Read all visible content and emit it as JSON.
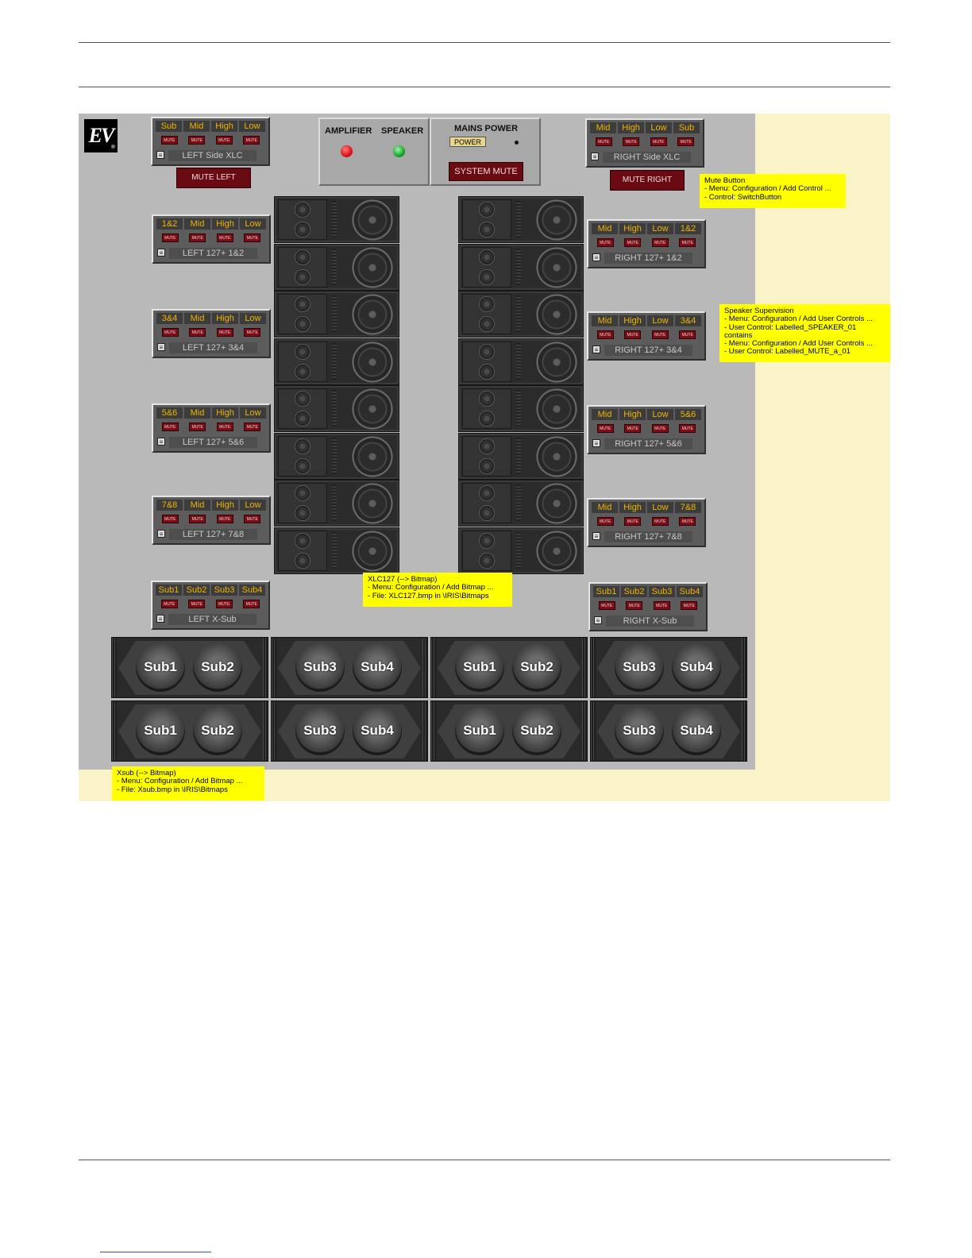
{
  "logo": {
    "text": "EV",
    "mark": "®"
  },
  "top_status": {
    "amplifier_label": "AMPLIFIER",
    "speaker_label": "SPEAKER",
    "amplifier_led_color": "#e3161b",
    "speaker_led_color": "#1ab032",
    "mains_power_label": "MAINS POWER",
    "power_indicator": "POWER",
    "system_mute_label": "SYSTEM MUTE"
  },
  "mute_left_label": "MUTE LEFT",
  "mute_right_label": "MUTE RIGHT",
  "mute_text": "MUTE",
  "icon_glyph": "≡",
  "boxes": {
    "left_side": {
      "labels": [
        "Sub",
        "Mid",
        "High",
        "Low"
      ],
      "name": "LEFT Side XLC"
    },
    "right_side": {
      "labels": [
        "Mid",
        "High",
        "Low",
        "Sub"
      ],
      "name": "RIGHT Side XLC"
    },
    "left_12": {
      "labels": [
        "1&2",
        "Mid",
        "High",
        "Low"
      ],
      "name": "LEFT 127+ 1&2"
    },
    "left_34": {
      "labels": [
        "3&4",
        "Mid",
        "High",
        "Low"
      ],
      "name": "LEFT 127+ 3&4"
    },
    "left_56": {
      "labels": [
        "5&6",
        "Mid",
        "High",
        "Low"
      ],
      "name": "LEFT 127+ 5&6"
    },
    "left_78": {
      "labels": [
        "7&8",
        "Mid",
        "High",
        "Low"
      ],
      "name": "LEFT 127+ 7&8"
    },
    "right_12": {
      "labels": [
        "Mid",
        "High",
        "Low",
        "1&2"
      ],
      "name": "RIGHT 127+ 1&2"
    },
    "right_34": {
      "labels": [
        "Mid",
        "High",
        "Low",
        "3&4"
      ],
      "name": "RIGHT 127+ 3&4"
    },
    "right_56": {
      "labels": [
        "Mid",
        "High",
        "Low",
        "5&6"
      ],
      "name": "RIGHT 127+ 5&6"
    },
    "right_78": {
      "labels": [
        "Mid",
        "High",
        "Low",
        "7&8"
      ],
      "name": "RIGHT 127+ 7&8"
    },
    "left_xsub": {
      "labels": [
        "Sub1",
        "Sub2",
        "Sub3",
        "Sub4"
      ],
      "name": "LEFT X-Sub"
    },
    "right_xsub": {
      "labels": [
        "Sub1",
        "Sub2",
        "Sub3",
        "Sub4"
      ],
      "name": "RIGHT X-Sub"
    }
  },
  "subwoofers": {
    "row1": [
      [
        "Sub1",
        "Sub2"
      ],
      [
        "Sub3",
        "Sub4"
      ],
      [
        "Sub1",
        "Sub2"
      ],
      [
        "Sub3",
        "Sub4"
      ]
    ],
    "row2": [
      [
        "Sub1",
        "Sub2"
      ],
      [
        "Sub3",
        "Sub4"
      ],
      [
        "Sub1",
        "Sub2"
      ],
      [
        "Sub3",
        "Sub4"
      ]
    ]
  },
  "notes": {
    "mute_button": [
      "Mute Button",
      "- Menu: Configuration / Add Control ...",
      "- Control: SwitchButton"
    ],
    "speaker_supervision": [
      "Speaker Supervision",
      "- Menu: Configuration / Add User Controls ...",
      "- User Control: Labelled_SPEAKER_01",
      "contains",
      "- Menu: Configuration / Add User Controls ...",
      "- User Control: Labelled_MUTE_a_01"
    ],
    "xlc127": [
      "XLC127 (--> Bitmap)",
      "- Menu: Configuration / Add Bitmap ...",
      "- File: XLC127.bmp in \\IRIS\\Bitmaps"
    ],
    "xsub": [
      "Xsub (--> Bitmap)",
      "- Menu: Configuration / Add Bitmap ...",
      "- File: Xsub.bmp in \\IRIS\\Bitmaps"
    ]
  }
}
